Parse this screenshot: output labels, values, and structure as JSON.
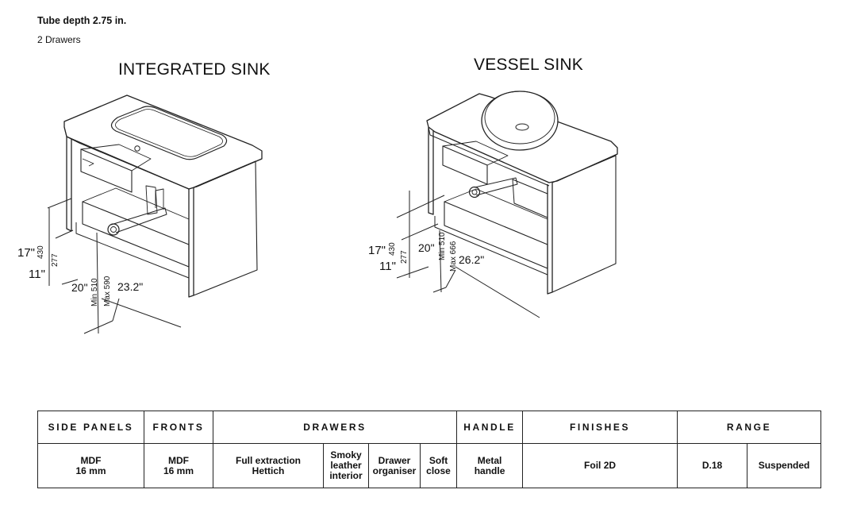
{
  "header": {
    "tube_depth": "Tube depth 2.75 in.",
    "drawers_count": "2 Drawers"
  },
  "diagrams": {
    "integrated": {
      "title": "INTEGRATED SINK",
      "dim_17_in": "17\"",
      "dim_430": "430",
      "dim_277": "277",
      "dim_11_in": "11\"",
      "dim_20_in": "20\"",
      "dim_min510": "Min 510",
      "dim_max590": "Max 590",
      "dim_232_in": "23.2\""
    },
    "vessel": {
      "title": "VESSEL SINK",
      "dim_17_in": "17\"",
      "dim_430": "430",
      "dim_277": "277",
      "dim_11_in": "11\"",
      "dim_20_in": "20\"",
      "dim_min510": "Min 510",
      "dim_max666": "Max 666",
      "dim_262_in": "26.2\""
    }
  },
  "spec_table": {
    "headers": {
      "side_panels": "SIDE PANELS",
      "fronts": "FRONTS",
      "drawers": "DRAWERS",
      "handle": "HANDLE",
      "finishes": "FINISHES",
      "range": "RANGE"
    },
    "values": {
      "side_panels": [
        "MDF",
        "16 mm"
      ],
      "fronts": [
        "MDF",
        "16 mm"
      ],
      "drawer_extraction": [
        "Full extraction",
        "Hettich"
      ],
      "drawer_interior": [
        "Smoky",
        "leather",
        "interior"
      ],
      "drawer_organiser": [
        "Drawer",
        "organiser"
      ],
      "drawer_close": [
        "Soft",
        "close"
      ],
      "handle": [
        "Metal",
        "handle"
      ],
      "finishes": "Foil 2D",
      "range_code": "D.18",
      "range_type": "Suspended"
    }
  }
}
